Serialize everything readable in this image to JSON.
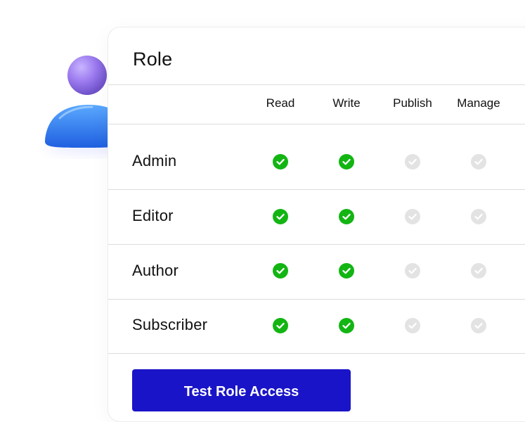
{
  "card": {
    "title": "Role",
    "columns": [
      "Read",
      "Write",
      "Publish",
      "Manage"
    ],
    "rows": [
      {
        "label": "Admin",
        "permissions": [
          true,
          true,
          false,
          false
        ]
      },
      {
        "label": "Editor",
        "permissions": [
          true,
          true,
          false,
          false
        ]
      },
      {
        "label": "Author",
        "permissions": [
          true,
          true,
          false,
          false
        ]
      },
      {
        "label": "Subscriber",
        "permissions": [
          true,
          true,
          false,
          false
        ]
      }
    ],
    "button_label": "Test Role Access"
  },
  "colors": {
    "granted": "#13b513",
    "denied": "#e3e3e3",
    "button": "#1a14c8"
  },
  "icons": {
    "illustration": "users-icon",
    "granted": "check-circle-icon",
    "denied": "check-circle-disabled-icon"
  }
}
